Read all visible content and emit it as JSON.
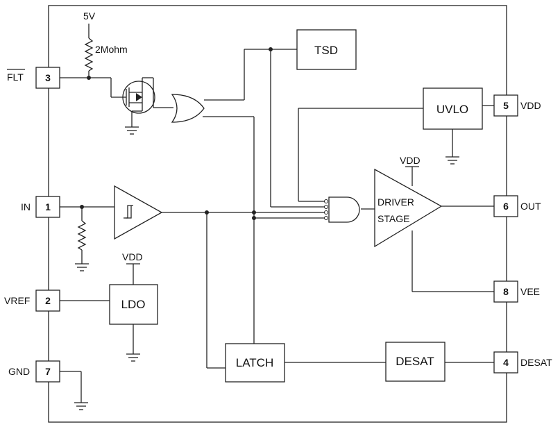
{
  "blocks": {
    "tsd": "TSD",
    "uvlo": "UVLO",
    "ldo": "LDO",
    "latch": "LATCH",
    "desat": "DESAT",
    "driver_line1": "DRIVER",
    "driver_line2": "STAGE"
  },
  "pins": {
    "p3": {
      "number": "3",
      "label": "FLT"
    },
    "p1": {
      "number": "1",
      "label": "IN"
    },
    "p2": {
      "number": "2",
      "label": "VREF"
    },
    "p7": {
      "number": "7",
      "label": "GND"
    },
    "p5": {
      "number": "5",
      "label": "VDD"
    },
    "p6": {
      "number": "6",
      "label": "OUT"
    },
    "p8": {
      "number": "8",
      "label": "VEE"
    },
    "p4": {
      "number": "4",
      "label": "DESAT"
    }
  },
  "annotations": {
    "supply_5v": "5V",
    "pullup": "2Mohm",
    "vdd_driver": "VDD",
    "vdd_ldo": "VDD"
  }
}
